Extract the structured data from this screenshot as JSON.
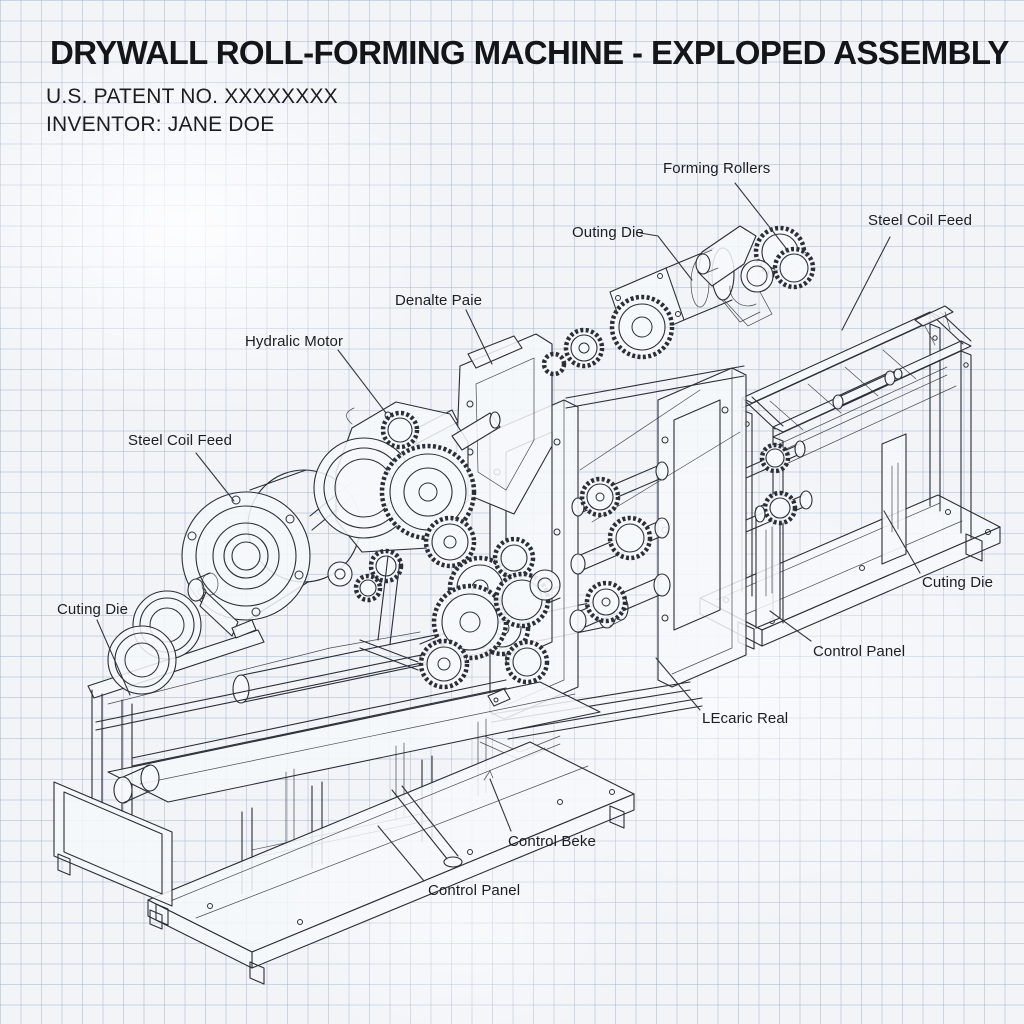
{
  "header": {
    "title": "DRYWALL ROLL-FORMING MACHINE - EXPLOPED ASSEMBLY",
    "patent_line": "U.S. PATENT NO. XXXXXXXX",
    "inventor_line": "INVENTOR: JANE DOE"
  },
  "labels": [
    {
      "id": "forming-rollers",
      "text": "Forming Rollers"
    },
    {
      "id": "steel-coil-feed-right",
      "text": "Steel Coil Feed"
    },
    {
      "id": "cutting-die-top",
      "text": "Outing Die"
    },
    {
      "id": "die-plate",
      "text": "Denalte Paie"
    },
    {
      "id": "hydraulic-motor",
      "text": "Hydralic Motor"
    },
    {
      "id": "steel-coil-feed-left",
      "text": "Steel Coil Feed"
    },
    {
      "id": "cutting-die-left",
      "text": "Cuting Die"
    },
    {
      "id": "cutting-die-right",
      "text": "Cuting Die"
    },
    {
      "id": "control-panel-right",
      "text": "Control Panel"
    },
    {
      "id": "electric-reel",
      "text": "LEcaric Real"
    },
    {
      "id": "control-brake",
      "text": "Control Beke"
    },
    {
      "id": "control-panel-bottom",
      "text": "Control Panel"
    }
  ],
  "colors": {
    "paper": "#f2f4f8",
    "grid": "#94a9c7",
    "ink": "#2a2e36",
    "title_ink": "#141519"
  }
}
